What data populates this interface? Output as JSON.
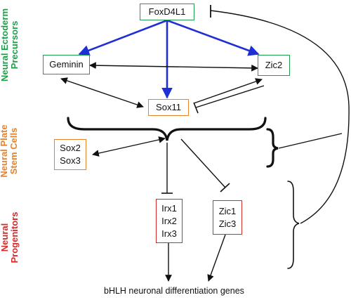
{
  "colors": {
    "green": "#1e9e4a",
    "orange": "#e8822a",
    "red": "#d42a2a",
    "blue": "#1f2fd6",
    "black": "#111111"
  },
  "stage_labels": {
    "neural_ectoderm_precursors": [
      "Neural Ectoderm",
      "Precursors"
    ],
    "neural_plate_stem_cells": [
      "Neural Plate",
      "Stem Cells"
    ],
    "neural_progenitors": [
      "Neural",
      "Progenitors"
    ]
  },
  "nodes": {
    "foxd4l1": {
      "label": "FoxD4L1"
    },
    "geminin": {
      "label": "Geminin"
    },
    "zic2": {
      "label": "Zic2"
    },
    "sox11": {
      "label": "Sox11"
    },
    "sox2_sox3": {
      "lines": [
        "Sox2",
        "Sox3"
      ]
    },
    "irx": {
      "lines": [
        "Irx1",
        "Irx2",
        "Irx3"
      ]
    },
    "zic1_zic3": {
      "lines": [
        "Zic1",
        "Zic3"
      ]
    }
  },
  "target_genes": "bHLH neuronal differentiation genes"
}
